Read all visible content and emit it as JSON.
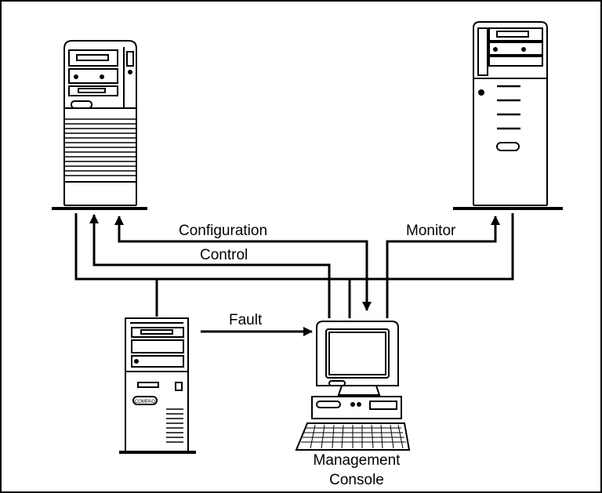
{
  "labels": {
    "configuration": "Configuration",
    "control": "Control",
    "monitor": "Monitor",
    "fault": "Fault",
    "console_line1": "Management",
    "console_line2": "Console"
  },
  "nodes": {
    "server_left_badge": "",
    "workstation_badge": "COMPAQ"
  },
  "colors": {
    "ink": "#000000",
    "paper": "#ffffff"
  }
}
